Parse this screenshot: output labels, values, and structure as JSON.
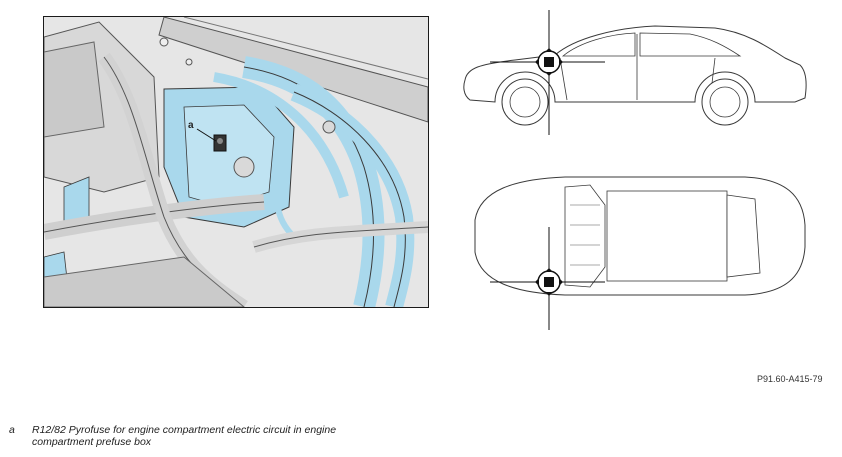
{
  "figure": {
    "callout_letter": "a",
    "figure_code": "P91.60-A415-79"
  },
  "legend": [
    {
      "key": "a",
      "text": "R12/82 Pyrofuse for engine compartment electric circuit in engine compartment prefuse box"
    }
  ],
  "colors": {
    "highlight": "#a9d8ec",
    "line": "#3a3a3a",
    "frame": "#1a1a1a"
  }
}
